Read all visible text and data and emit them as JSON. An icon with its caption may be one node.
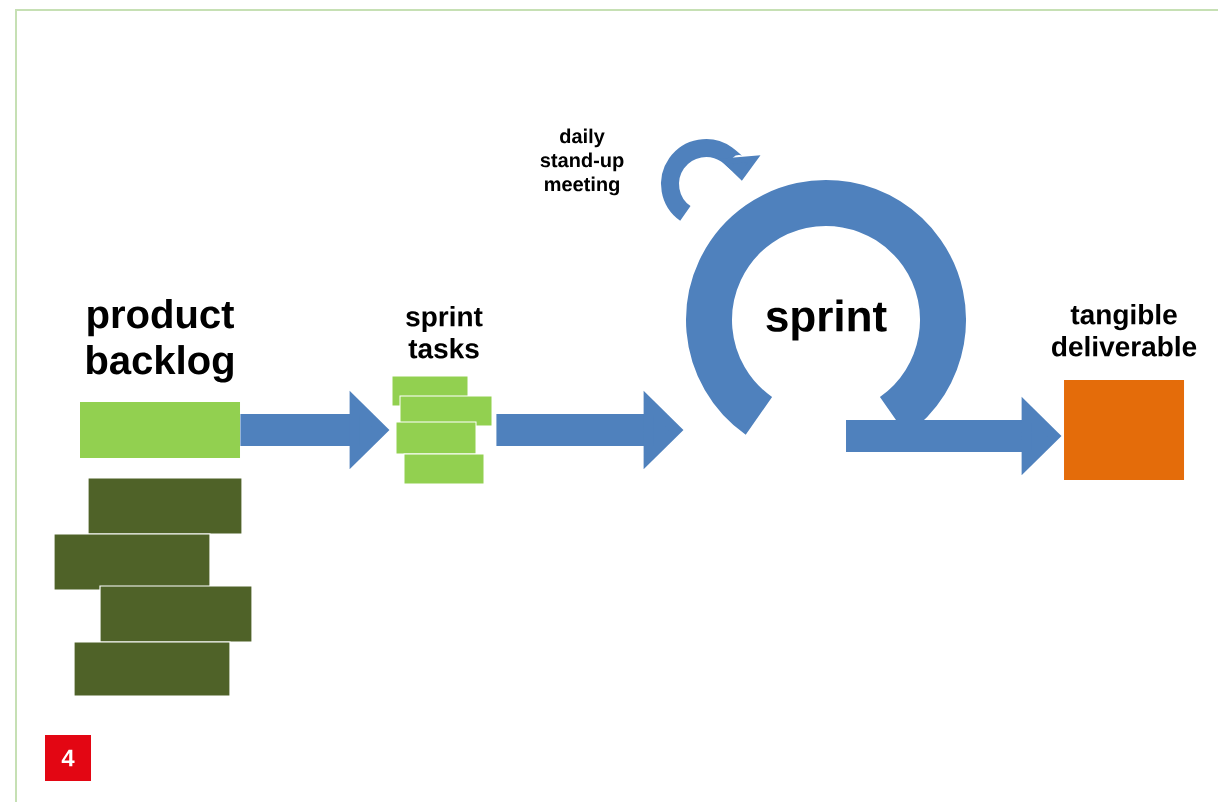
{
  "diagram": {
    "nodes": [
      {
        "text": [
          "product backlog"
        ]
      },
      {
        "text": [
          "sprint tasks"
        ]
      },
      {
        "text": [
          "sprint"
        ]
      },
      {
        "text": [
          "tangible deliverable"
        ]
      }
    ],
    "edges": [
      {
        "from": 0,
        "to": 1,
        "arrow": "to"
      },
      {
        "from": 1,
        "to": 2,
        "arrow": "to"
      },
      {
        "from": 2,
        "to": 3,
        "arrow": "to"
      }
    ],
    "labels": [
      "daily stand-up meeting",
      "4"
    ]
  }
}
